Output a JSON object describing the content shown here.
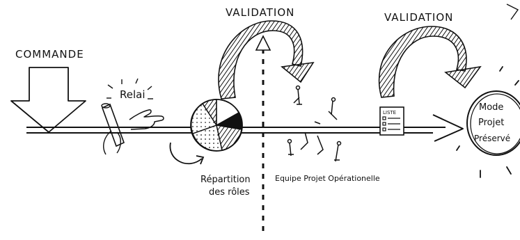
{
  "labels": {
    "commande": "COMMANDE",
    "validation_1": "VALIDATION",
    "validation_2": "VALIDATION",
    "relai": "Relai",
    "repartition_line1": "Répartition",
    "repartition_line2": "des rôles",
    "equipe": "Equipe Projet Opérationelle",
    "liste": "LISTE",
    "mode_line1": "Mode",
    "mode_line2": "Projet",
    "mode_line3": "Préservé"
  },
  "colors": {
    "ink": "#111111",
    "paper": "#ffffff"
  },
  "icons": {
    "command_arrow": "down-arrow-icon",
    "baton": "relay-baton-icon",
    "hand": "open-hand-icon",
    "pie": "role-pie-icon",
    "checklist": "checklist-icon",
    "curved_arrow": "curved-arrow-icon",
    "people": "stick-figure-icon"
  }
}
